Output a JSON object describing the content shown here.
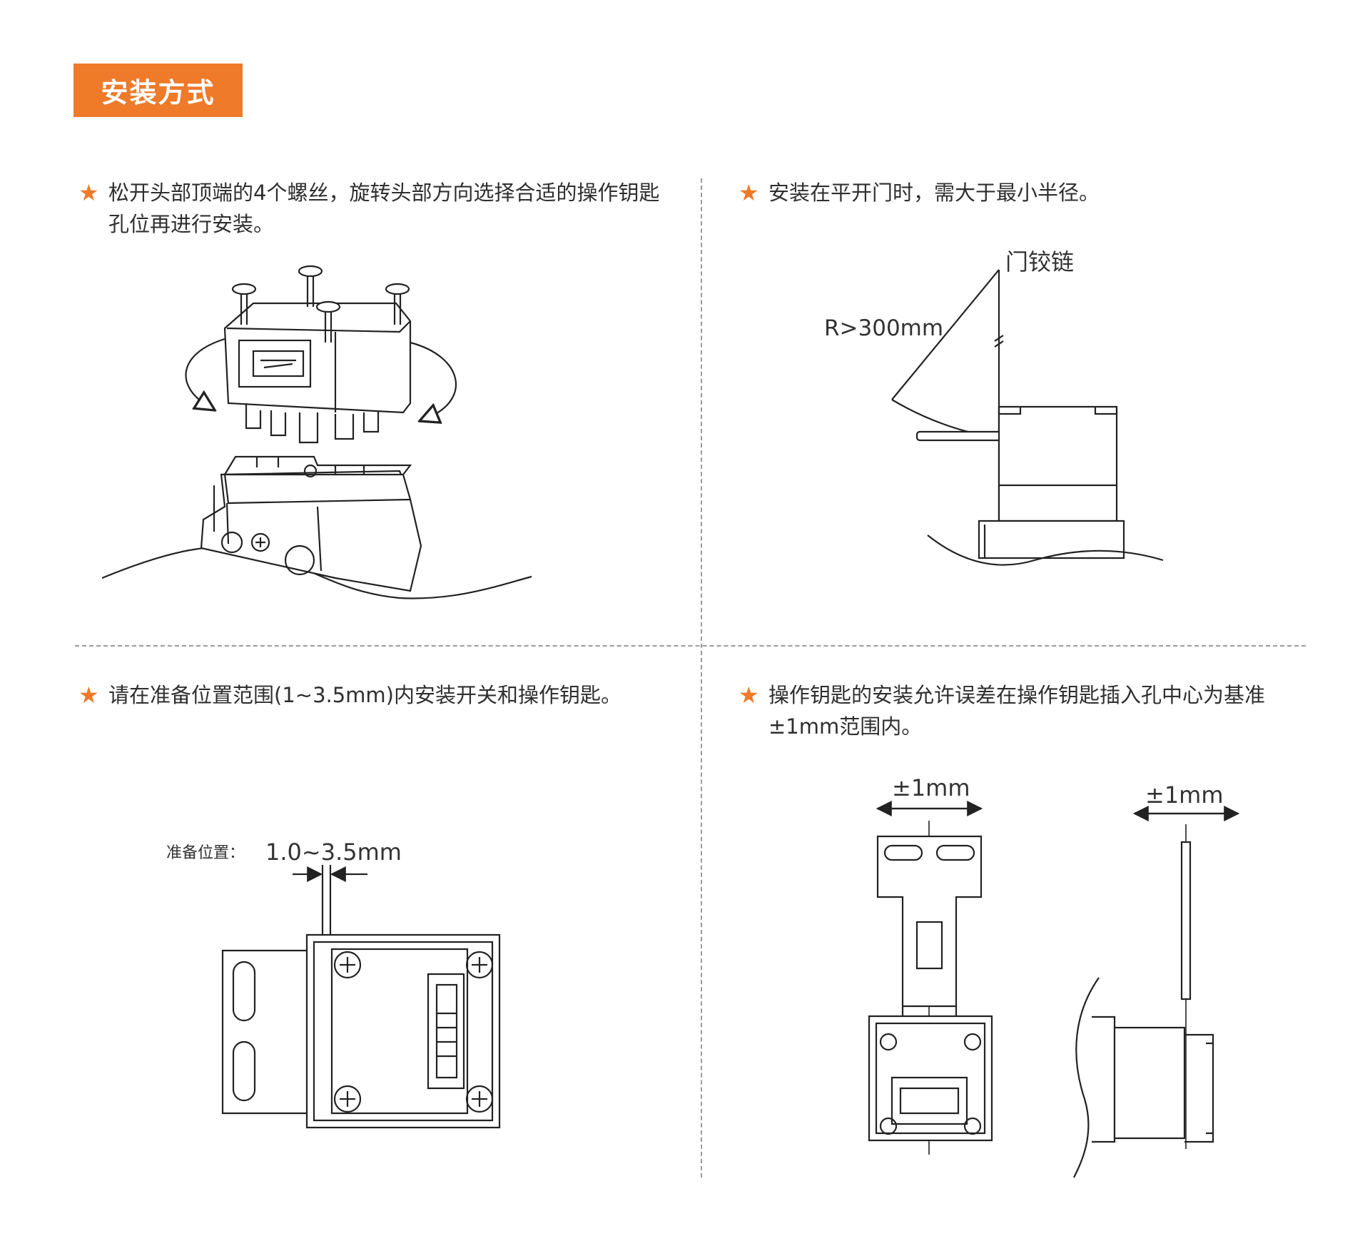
{
  "header": {
    "title": "安装方式"
  },
  "sections": [
    {
      "star": "★",
      "text": "松开头部顶端的4个螺丝，旋转头部方向选择合适的操作钥匙孔位再进行安装。"
    },
    {
      "star": "★",
      "text": "安装在平开门时，需大于最小半径。"
    },
    {
      "star": "★",
      "text": "请在准备位置范围(1~3.5mm)内安装开关和操作钥匙。"
    },
    {
      "star": "★",
      "text": "操作钥匙的安装允许误差在操作钥匙插入孔中心为基准±1mm范围内。"
    }
  ],
  "diagram_hinge": {
    "hinge_label": "门铰链",
    "radius_label": "R>300mm"
  },
  "diagram_ready": {
    "position_label": "准备位置：",
    "range_label": "1.0~3.5mm"
  },
  "diagram_tolerance": {
    "front_label": "±1mm",
    "side_label": "±1mm"
  },
  "colors": {
    "accent": "#ee7a2a",
    "line": "#222222",
    "divider": "#9a9a9a"
  }
}
